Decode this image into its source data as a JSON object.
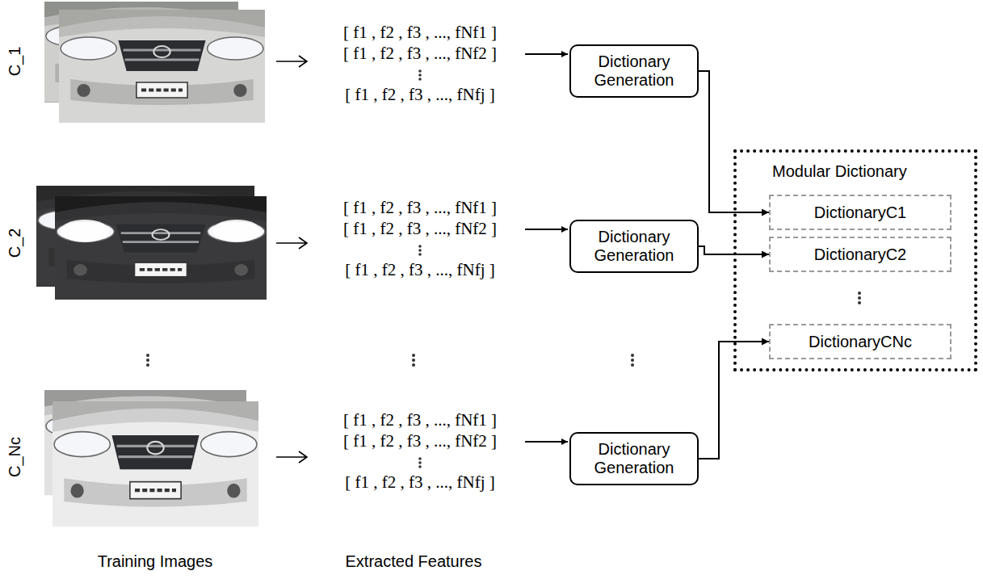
{
  "diagram": {
    "nodes": [
      {
        "text": [
          "Dictionary Generation"
        ]
      },
      {
        "text": [
          "Dictionary Generation"
        ]
      },
      {
        "text": [
          "Dictionary Generation"
        ]
      },
      {
        "text": [
          "Modular Dictionary"
        ]
      },
      {
        "text": [
          "DictionaryC1"
        ],
        "in": 3
      },
      {
        "text": [
          "DictionaryC2"
        ],
        "in": 3
      },
      {
        "text": [
          "DictionaryCNc"
        ],
        "in": 3
      }
    ],
    "edges": [
      {
        "from": 0,
        "to": 4,
        "arrow": "to"
      },
      {
        "from": 1,
        "to": 5,
        "arrow": "to"
      },
      {
        "from": 2,
        "to": 6,
        "arrow": "to"
      }
    ],
    "labels": [
      "C_1",
      "C_2",
      "C_Nc",
      "[ f1 , f2 , f3 , ..., fNf1 ]",
      "[ f1 , f2 , f3 , ..., fNf2 ]",
      "[ f1 , f2 , f3 , ..., fNfj ]",
      "[ f1 , f2 , f3 , ..., fNf1 ]",
      "[ f1 , f2 , f3 , ..., fNf2 ]",
      "[ f1 , f2 , f3 , ..., fNfj ]",
      "[ f1 , f2 , f3 , ..., fNf1 ]",
      "[ f1 , f2 , f3 , ..., fNf2 ]",
      "[ f1 , f2 , f3 , ..., fNfj ]",
      "Training Images",
      "Extracted Features"
    ]
  }
}
